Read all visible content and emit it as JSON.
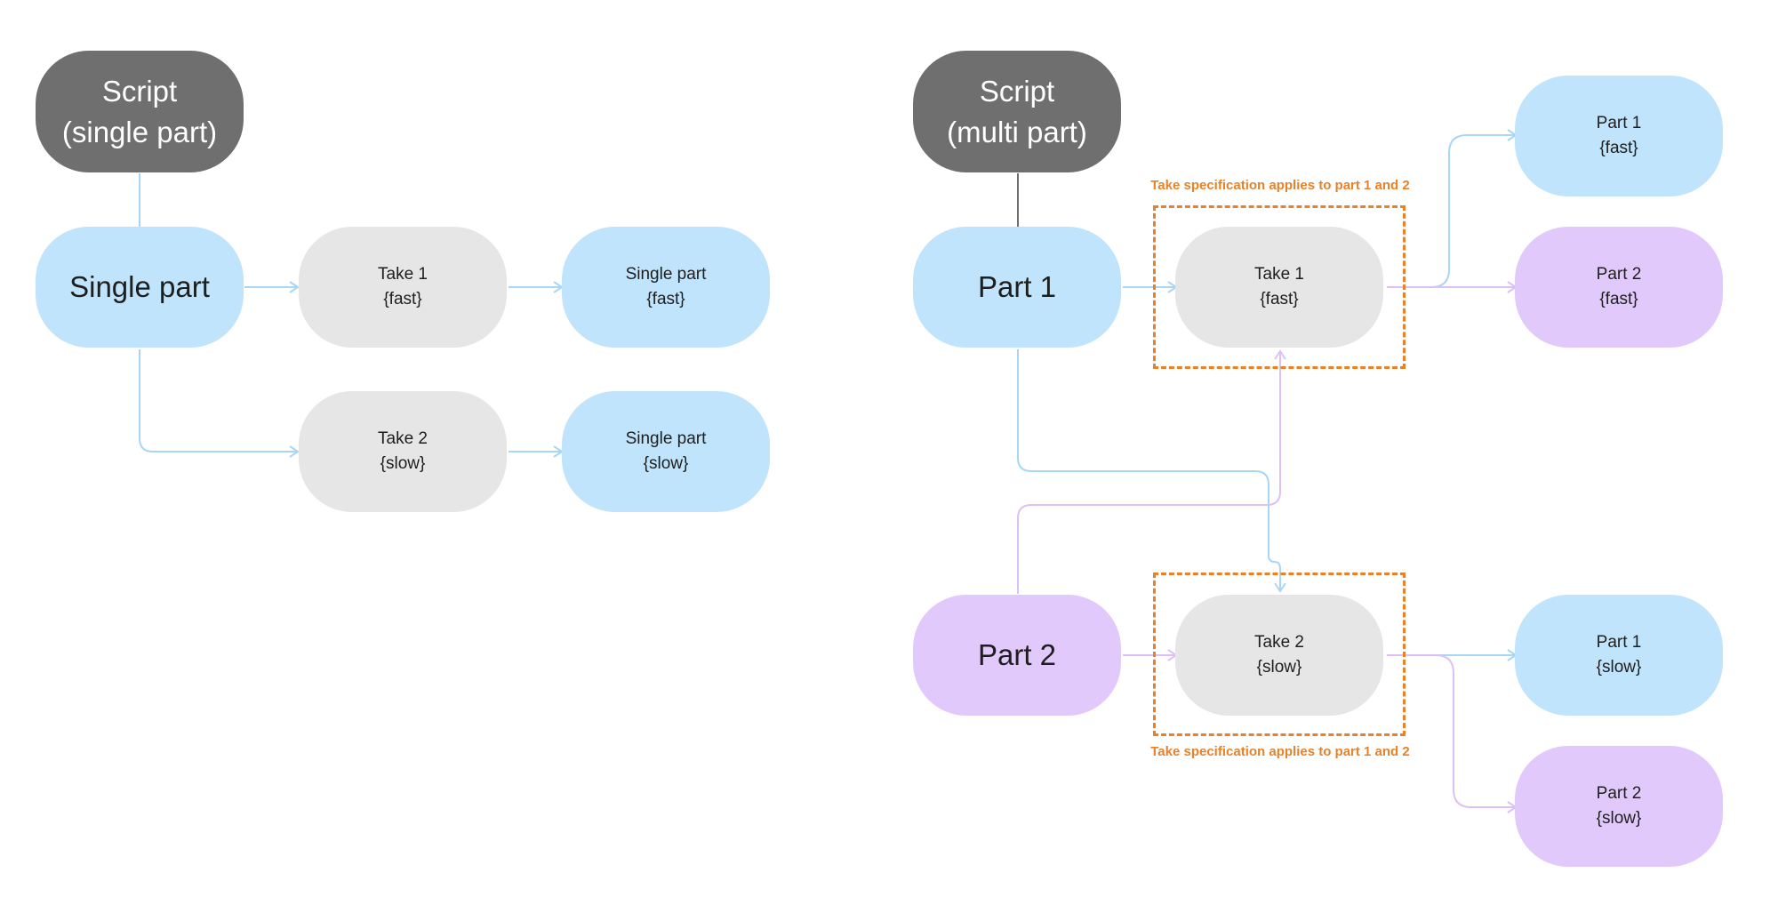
{
  "colors": {
    "script": "#6f6f6f",
    "part1": "#c0e4fb",
    "part2": "#e1cafb",
    "take": "#e6e6e6",
    "part1_line": "#a8d6f6",
    "part2_line": "#dcc0f6",
    "note": "#e8822a"
  },
  "left": {
    "script": {
      "line1": "Script",
      "line2": "(single part)"
    },
    "part": {
      "label": "Single part"
    },
    "take1": {
      "line1": "Take 1",
      "line2": "{fast}"
    },
    "take2": {
      "line1": "Take 2",
      "line2": "{slow}"
    },
    "out1": {
      "line1": "Single part",
      "line2": "{fast}"
    },
    "out2": {
      "line1": "Single part",
      "line2": "{slow}"
    }
  },
  "right": {
    "script": {
      "line1": "Script",
      "line2": "(multi part)"
    },
    "part1": {
      "label": "Part 1"
    },
    "part2": {
      "label": "Part 2"
    },
    "take1": {
      "line1": "Take 1",
      "line2": "{fast}"
    },
    "take2": {
      "line1": "Take 2",
      "line2": "{slow}"
    },
    "note_top": "Take specification applies to part 1 and 2",
    "note_bottom": "Take specification applies to part 1 and 2",
    "out_p1_fast": {
      "line1": "Part 1",
      "line2": "{fast}"
    },
    "out_p2_fast": {
      "line1": "Part 2",
      "line2": "{fast}"
    },
    "out_p1_slow": {
      "line1": "Part 1",
      "line2": "{slow}"
    },
    "out_p2_slow": {
      "line1": "Part 2",
      "line2": "{slow}"
    }
  }
}
